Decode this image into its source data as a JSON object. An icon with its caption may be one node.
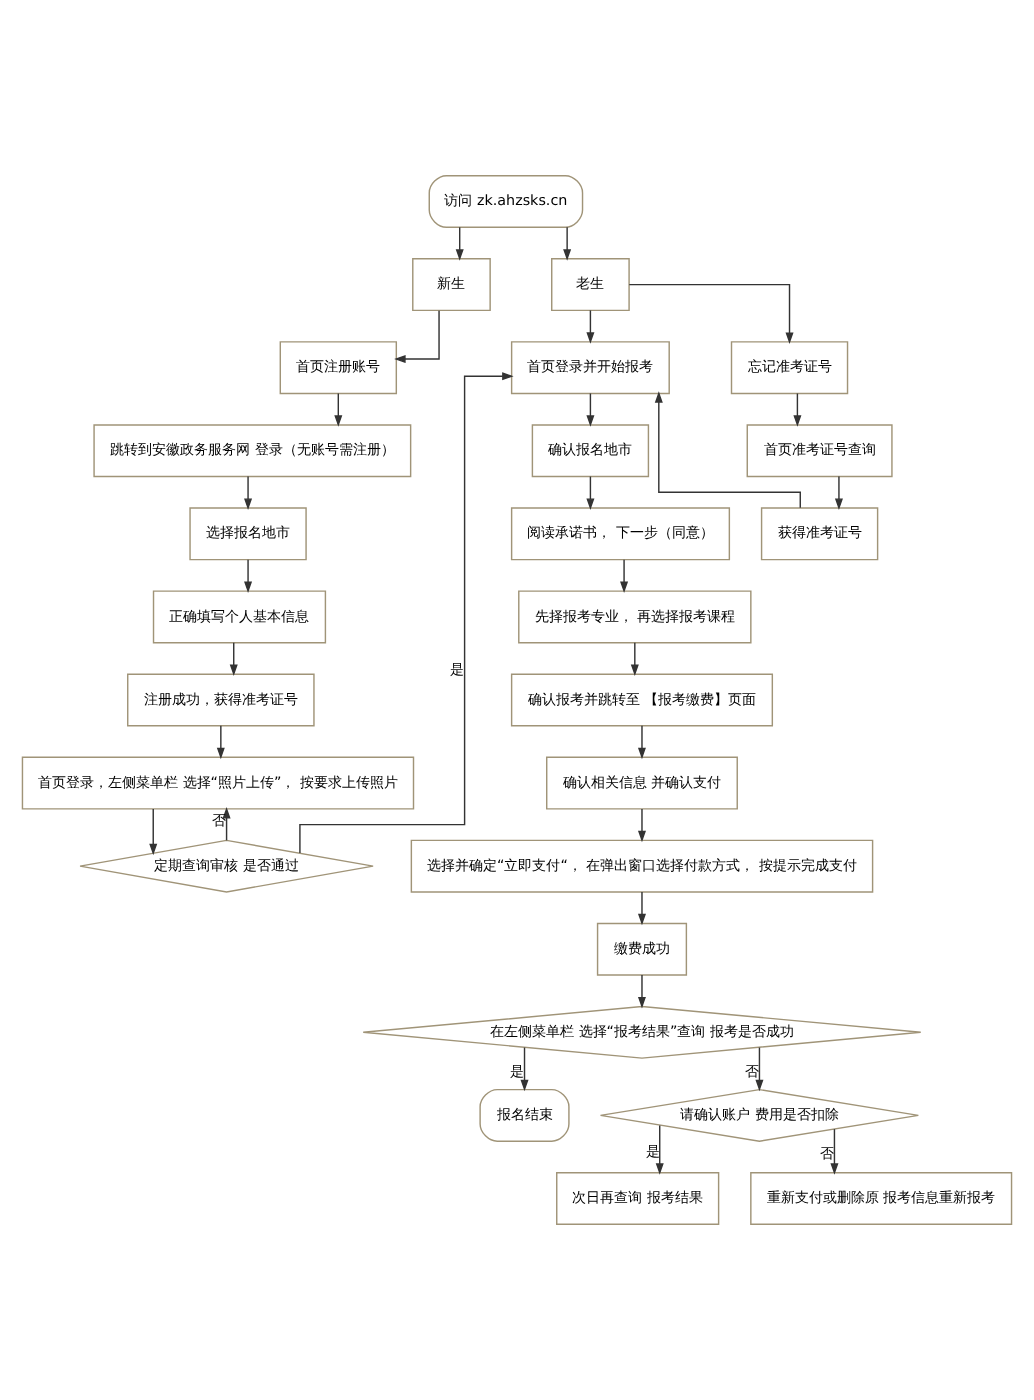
{
  "diagram": {
    "nodes": [
      {
        "text": [
          "访问 zk.ahzsks.cn"
        ]
      },
      {
        "text": [
          "新生"
        ]
      },
      {
        "text": [
          "老生"
        ]
      },
      {
        "text": [
          "首页注册账号"
        ]
      },
      {
        "text": [
          "跳转到安徽政务服务网 登录（无账号需注册）"
        ]
      },
      {
        "text": [
          "选择报名地市"
        ]
      },
      {
        "text": [
          "正确填写个人基本信息"
        ]
      },
      {
        "text": [
          "注册成功，获得准考证号"
        ]
      },
      {
        "text": [
          "首页登录，左侧菜单栏 选择“照片上传”， 按要求上传照片"
        ]
      },
      {
        "text": [
          "定期查询审核 是否通过"
        ]
      },
      {
        "text": [
          "首页登录并开始报考"
        ]
      },
      {
        "text": [
          "忘记准考证号"
        ]
      },
      {
        "text": [
          "确认报名地市"
        ]
      },
      {
        "text": [
          "首页准考证号查询"
        ]
      },
      {
        "text": [
          "阅读承诺书， 下一步（同意）"
        ]
      },
      {
        "text": [
          "获得准考证号"
        ]
      },
      {
        "text": [
          "先择报考专业， 再选择报考课程"
        ]
      },
      {
        "text": [
          "确认报考并跳转至 【报考缴费】页面"
        ]
      },
      {
        "text": [
          "确认相关信息 并确认支付"
        ]
      },
      {
        "text": [
          "选择并确定“立即支付“， 在弹出窗口选择付款方式， 按提示完成支付"
        ]
      },
      {
        "text": [
          "缴费成功"
        ]
      },
      {
        "text": [
          "在左侧菜单栏 选择“报考结果”查询 报考是否成功"
        ]
      },
      {
        "text": [
          "报名结束"
        ]
      },
      {
        "text": [
          "请确认账户 费用是否扣除"
        ]
      },
      {
        "text": [
          "次日再查询 报考结果"
        ]
      },
      {
        "text": [
          "重新支付或删除原 报考信息重新报考"
        ]
      }
    ],
    "edges": [
      {
        "from": 0,
        "to": 1,
        "arrow": "to"
      },
      {
        "from": 0,
        "to": 2,
        "arrow": "to"
      },
      {
        "from": 1,
        "to": 3,
        "arrow": "to"
      },
      {
        "from": 3,
        "to": 4,
        "arrow": "to"
      },
      {
        "from": 4,
        "to": 5,
        "arrow": "to"
      },
      {
        "from": 5,
        "to": 6,
        "arrow": "to"
      },
      {
        "from": 6,
        "to": 7,
        "arrow": "to"
      },
      {
        "from": 7,
        "to": 8,
        "arrow": "to"
      },
      {
        "from": 8,
        "to": 9,
        "arrow": "to"
      },
      {
        "from": 9,
        "to": 8,
        "arrow": "to",
        "label": "否"
      },
      {
        "from": 9,
        "to": 10,
        "arrow": "to",
        "label": "是"
      },
      {
        "from": 2,
        "to": 10,
        "arrow": "to"
      },
      {
        "from": 2,
        "to": 11,
        "arrow": "to"
      },
      {
        "from": 11,
        "to": 13,
        "arrow": "to"
      },
      {
        "from": 13,
        "to": 15,
        "arrow": "to"
      },
      {
        "from": 15,
        "to": 10,
        "arrow": "to"
      },
      {
        "from": 10,
        "to": 12,
        "arrow": "to"
      },
      {
        "from": 12,
        "to": 14,
        "arrow": "to"
      },
      {
        "from": 14,
        "to": 16,
        "arrow": "to"
      },
      {
        "from": 16,
        "to": 17,
        "arrow": "to"
      },
      {
        "from": 17,
        "to": 18,
        "arrow": "to"
      },
      {
        "from": 18,
        "to": 19,
        "arrow": "to"
      },
      {
        "from": 19,
        "to": 20,
        "arrow": "to"
      },
      {
        "from": 20,
        "to": 21,
        "arrow": "to"
      },
      {
        "from": 21,
        "to": 22,
        "arrow": "to",
        "label": "是"
      },
      {
        "from": 21,
        "to": 23,
        "arrow": "to",
        "label": "否"
      },
      {
        "from": 23,
        "to": 24,
        "arrow": "to",
        "label": "是"
      },
      {
        "from": 23,
        "to": 25,
        "arrow": "to",
        "label": "否"
      }
    ]
  }
}
